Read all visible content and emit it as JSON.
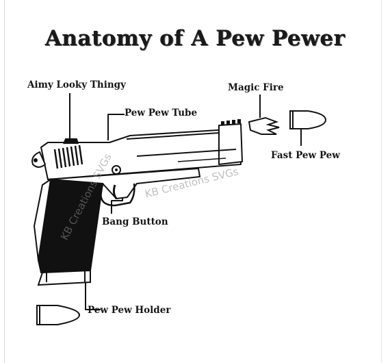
{
  "diagram": {
    "title": "Anatomy of A Pew Pewer",
    "labels": {
      "sight": "Aimy Looky Thingy",
      "barrel": "Pew Pew Tube",
      "muzzle_flash": "Magic Fire",
      "bullet": "Fast Pew Pew",
      "trigger": "Bang Button",
      "magazine": "Pew Pew Holder"
    },
    "watermark": "KB Creations SVGs"
  },
  "colors": {
    "ink": "#111111",
    "paper": "#ffffff",
    "watermark": "#8c8c8c"
  }
}
